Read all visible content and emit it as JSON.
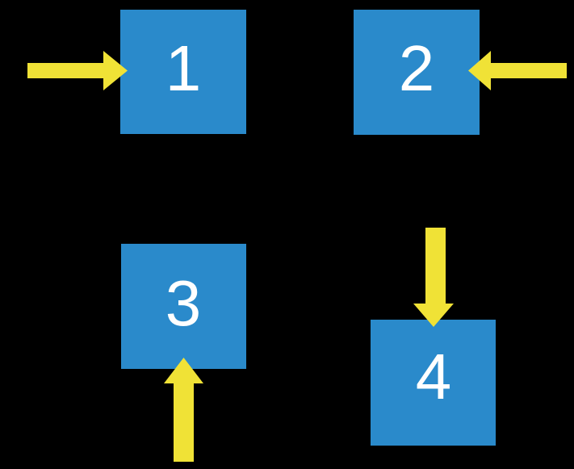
{
  "scene": {
    "description": "Four numbered blue squares on a black background, each indicated by a yellow block arrow",
    "background": "#000000",
    "box_fill": "#2A8ACB",
    "arrow_fill": "#F0E236",
    "label_color": "#FFFFFF"
  },
  "boxes": [
    {
      "label": "1",
      "arrow_from": "left",
      "arrow_icon": "arrow-right-icon"
    },
    {
      "label": "2",
      "arrow_from": "right",
      "arrow_icon": "arrow-left-icon"
    },
    {
      "label": "3",
      "arrow_from": "below",
      "arrow_icon": "arrow-up-icon"
    },
    {
      "label": "4",
      "arrow_from": "above",
      "arrow_icon": "arrow-down-icon"
    }
  ]
}
